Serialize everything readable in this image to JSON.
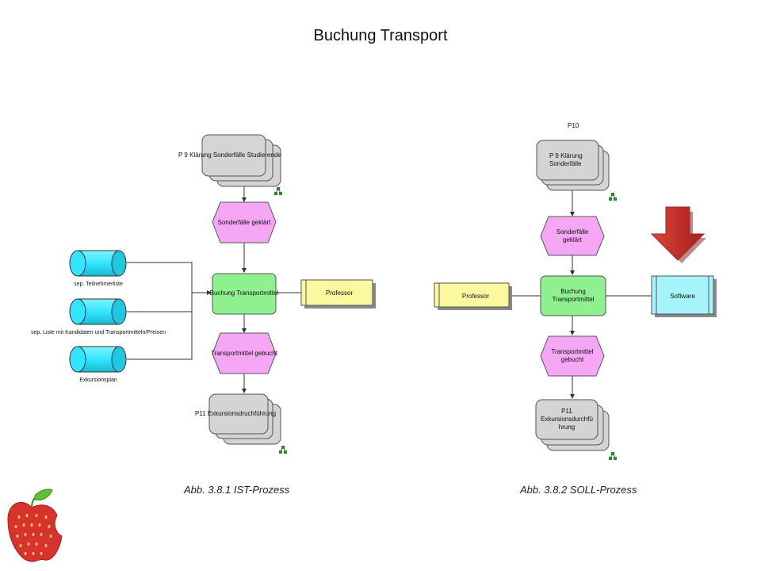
{
  "title": "Buchung Transport",
  "ist": {
    "caption": "Abb. 3.8.1 IST-Prozess",
    "process_top": "P 9 Klärung Sonderfälle Studierende",
    "event_1": "Sonderfälle geklärt",
    "function": "Buchung Transportmittel",
    "event_2": "Transportmittel gebucht",
    "process_bottom": "P11 Exkursionsdruchführung",
    "role": "Professor",
    "data_1": "sep. Teilnehmerliste",
    "data_2": "sep. Liste mit Kandidaten und Transportmitteln/Preisen",
    "data_3": "Exkursionsplan"
  },
  "soll": {
    "caption": "Abb. 3.8.2  SOLL-Prozess",
    "process_label": "P10",
    "process_top": [
      "P 9 Klärung",
      "Sonderfälle"
    ],
    "event_1": [
      "Sonderfälle",
      "geklärt"
    ],
    "function": [
      "Buchung",
      "Transportmittel"
    ],
    "event_2": [
      "Transportmittel",
      "gebucht"
    ],
    "process_bottom": [
      "P11",
      "Exkursionsdurchfü",
      "hrung"
    ],
    "role": "Professor",
    "system": "Software"
  },
  "colors": {
    "process": "#d4d4d4",
    "event": "#f5a6f5",
    "function": "#8ff08f",
    "role": "#fbf8a0",
    "data": "#33e6ff",
    "system": "#a4f4fa",
    "arrow": "#c9302c",
    "connector": "#2a8a2a"
  },
  "icons": {
    "process_marker": "process-link-icon",
    "highlight": "red-down-arrow-icon",
    "logo": "strawberry-apple-logo"
  }
}
